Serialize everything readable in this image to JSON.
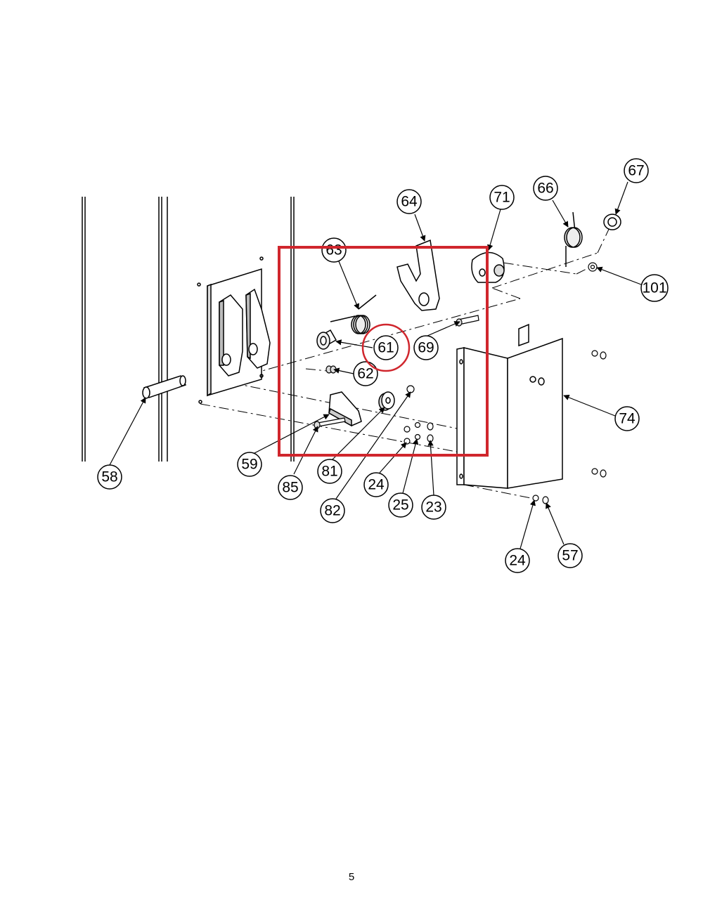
{
  "figure": {
    "callouts": [
      {
        "id": "c58",
        "label": "58"
      },
      {
        "id": "c59",
        "label": "59"
      },
      {
        "id": "c61",
        "label": "61"
      },
      {
        "id": "c62",
        "label": "62"
      },
      {
        "id": "c63",
        "label": "63"
      },
      {
        "id": "c64",
        "label": "64"
      },
      {
        "id": "c66",
        "label": "66"
      },
      {
        "id": "c67",
        "label": "67"
      },
      {
        "id": "c69",
        "label": "69"
      },
      {
        "id": "c71",
        "label": "71"
      },
      {
        "id": "c74",
        "label": "74"
      },
      {
        "id": "c101",
        "label": "101"
      },
      {
        "id": "c81",
        "label": "81"
      },
      {
        "id": "c82",
        "label": "82"
      },
      {
        "id": "c85",
        "label": "85"
      },
      {
        "id": "c24a",
        "label": "24"
      },
      {
        "id": "c25",
        "label": "25"
      },
      {
        "id": "c23",
        "label": "23"
      },
      {
        "id": "c24b",
        "label": "24"
      },
      {
        "id": "c57",
        "label": "57"
      }
    ],
    "highlight_box_color": "#d0262d",
    "highlight_circle_target": "61"
  },
  "page_number": "5"
}
